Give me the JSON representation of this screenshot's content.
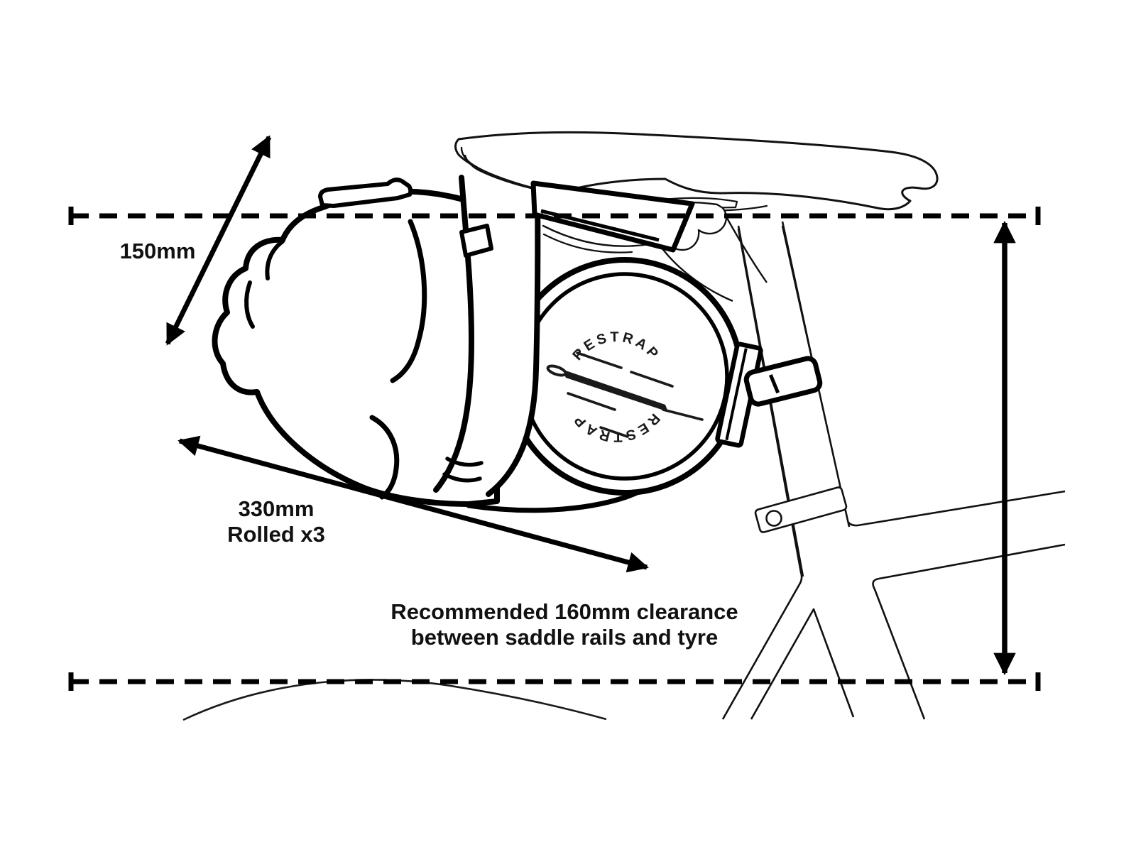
{
  "diagram": {
    "background": "#ffffff",
    "line_color": "#000000",
    "labels": {
      "drop_dimension": "150mm",
      "length_dimension": "330mm",
      "length_note": "Rolled x3",
      "clearance_note_line1": "Recommended 160mm clearance",
      "clearance_note_line2": "between saddle rails and tyre"
    },
    "logo": {
      "brand_top": "RESTRAP",
      "brand_bottom": "RESTRAP"
    }
  }
}
